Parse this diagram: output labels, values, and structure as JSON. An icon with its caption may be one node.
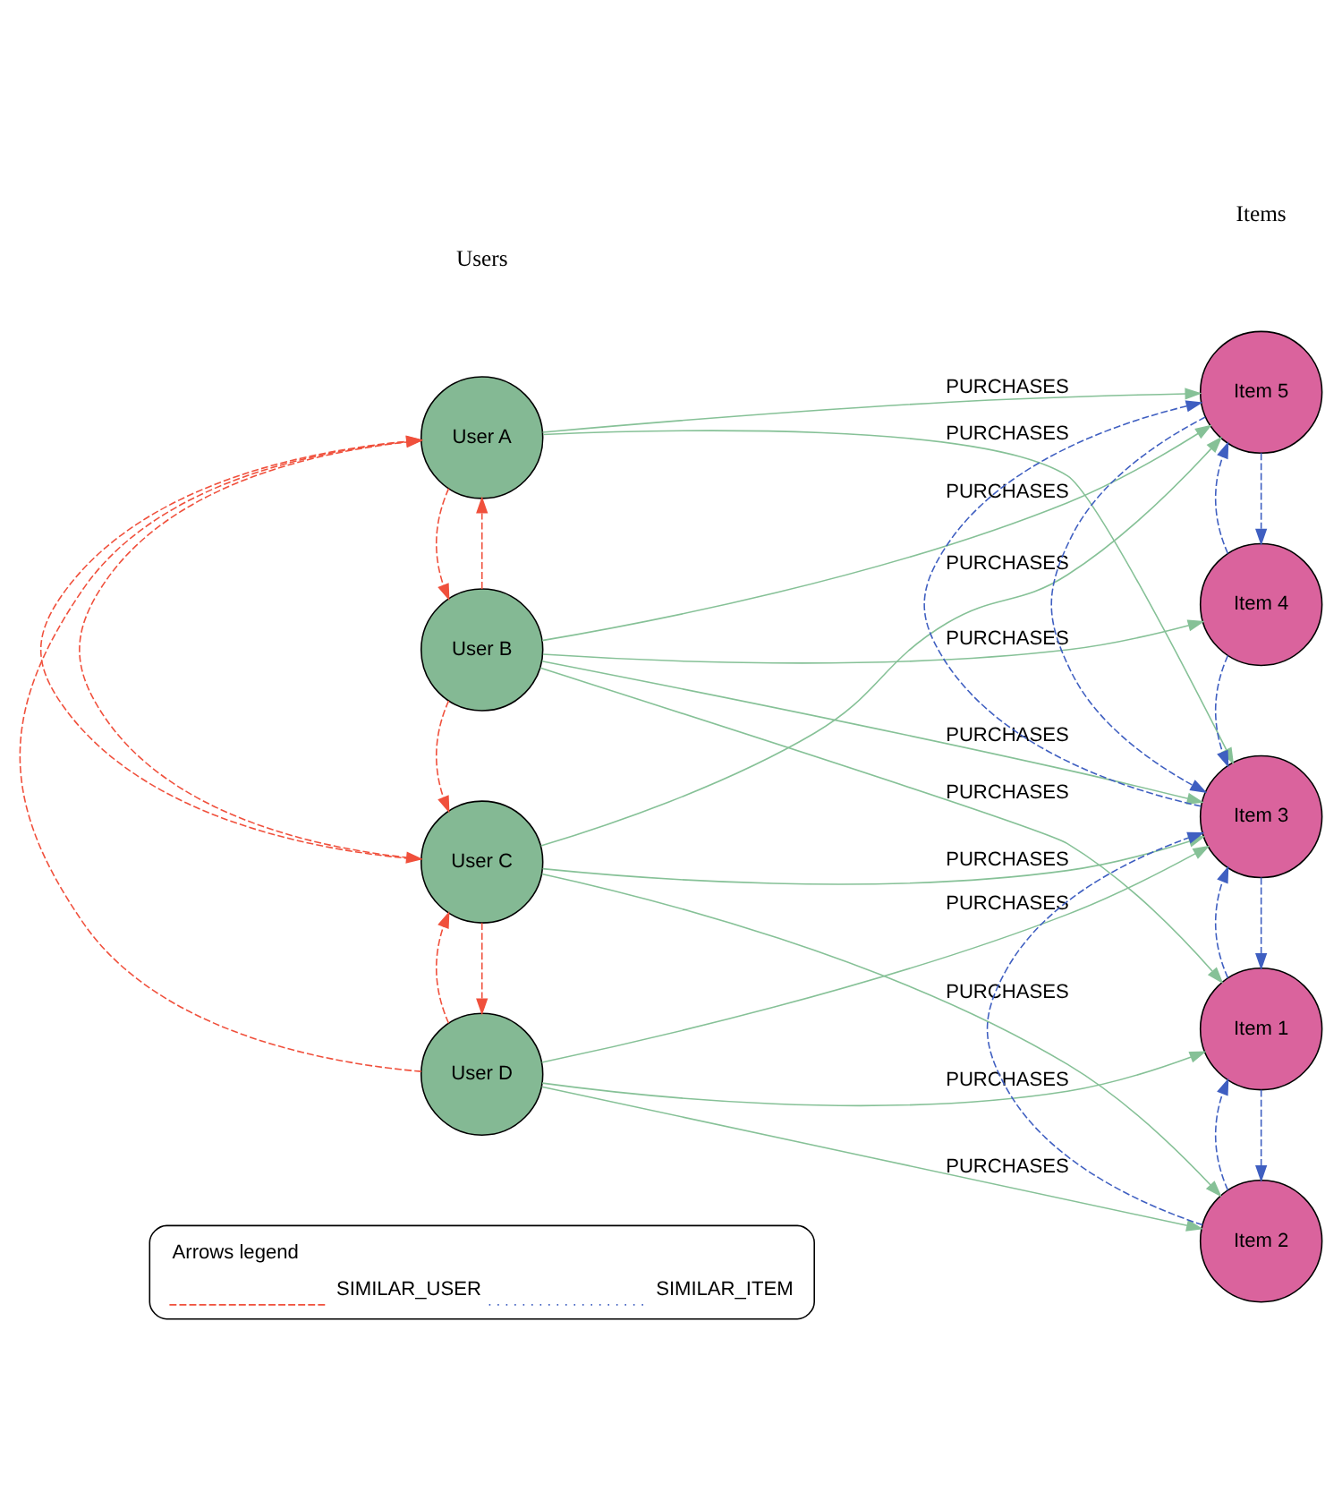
{
  "diagram": {
    "nodes": [
      {
        "text": [
          "User A"
        ]
      },
      {
        "text": [
          "User B"
        ]
      },
      {
        "text": [
          "User C"
        ]
      },
      {
        "text": [
          "User D"
        ]
      },
      {
        "text": [
          "Item 5"
        ]
      },
      {
        "text": [
          "Item 4"
        ]
      },
      {
        "text": [
          "Item 3"
        ]
      },
      {
        "text": [
          "Item 1"
        ]
      },
      {
        "text": [
          "Item 2"
        ]
      }
    ],
    "edges": [
      {
        "from": 0,
        "to": 4,
        "arrow": "to",
        "label": "PURCHASES"
      },
      {
        "from": 0,
        "to": 6,
        "arrow": "to",
        "label": "PURCHASES"
      },
      {
        "from": 1,
        "to": 4,
        "arrow": "to",
        "label": "PURCHASES"
      },
      {
        "from": 1,
        "to": 5,
        "arrow": "to",
        "label": "PURCHASES"
      },
      {
        "from": 1,
        "to": 6,
        "arrow": "to",
        "label": "PURCHASES"
      },
      {
        "from": 1,
        "to": 7,
        "arrow": "to",
        "label": "PURCHASES"
      },
      {
        "from": 2,
        "to": 4,
        "arrow": "to",
        "label": "PURCHASES"
      },
      {
        "from": 2,
        "to": 6,
        "arrow": "to",
        "label": "PURCHASES"
      },
      {
        "from": 2,
        "to": 8,
        "arrow": "to",
        "label": "PURCHASES"
      },
      {
        "from": 3,
        "to": 6,
        "arrow": "to",
        "label": "PURCHASES"
      },
      {
        "from": 3,
        "to": 7,
        "arrow": "to",
        "label": "PURCHASES"
      },
      {
        "from": 3,
        "to": 8,
        "arrow": "to",
        "label": "PURCHASES"
      },
      {
        "from": 1,
        "to": 0,
        "arrow": "to",
        "style": "dashed",
        "color": "#f0503c"
      },
      {
        "from": 0,
        "to": 1,
        "arrow": "to",
        "style": "dashed",
        "color": "#f0503c"
      },
      {
        "from": 1,
        "to": 2,
        "arrow": "to",
        "style": "dashed",
        "color": "#f0503c"
      },
      {
        "from": 0,
        "to": 2,
        "arrow": "to",
        "style": "dashed",
        "color": "#f0503c"
      },
      {
        "from": 2,
        "to": 0,
        "arrow": "to",
        "style": "dashed",
        "color": "#f0503c"
      },
      {
        "from": 3,
        "to": 0,
        "arrow": "to",
        "style": "dashed",
        "color": "#f0503c"
      },
      {
        "from": 2,
        "to": 3,
        "arrow": "to",
        "style": "dashed",
        "color": "#f0503c"
      },
      {
        "from": 3,
        "to": 2,
        "arrow": "to",
        "style": "dashed",
        "color": "#f0503c"
      },
      {
        "from": 4,
        "to": 5,
        "arrow": "to",
        "style": "dashed",
        "color": "#3f5fc1"
      },
      {
        "from": 5,
        "to": 4,
        "arrow": "to",
        "style": "dashed",
        "color": "#3f5fc1"
      },
      {
        "from": 5,
        "to": 6,
        "arrow": "to",
        "style": "dashed",
        "color": "#3f5fc1"
      },
      {
        "from": 4,
        "to": 6,
        "arrow": "to",
        "style": "dashed",
        "color": "#3f5fc1"
      },
      {
        "from": 6,
        "to": 4,
        "arrow": "to",
        "style": "dashed",
        "color": "#3f5fc1"
      },
      {
        "from": 6,
        "to": 7,
        "arrow": "to",
        "style": "dashed",
        "color": "#3f5fc1"
      },
      {
        "from": 7,
        "to": 6,
        "arrow": "to",
        "style": "dashed",
        "color": "#3f5fc1"
      },
      {
        "from": 7,
        "to": 8,
        "arrow": "to",
        "style": "dashed",
        "color": "#3f5fc1"
      },
      {
        "from": 8,
        "to": 7,
        "arrow": "to",
        "style": "dashed",
        "color": "#3f5fc1"
      },
      {
        "from": 8,
        "to": 6,
        "arrow": "to",
        "style": "dashed",
        "color": "#3f5fc1"
      }
    ],
    "labels": [
      "Users",
      "Items",
      "Arrows legend"
    ],
    "legend": [
      {
        "text": "SIMILAR_USER"
      },
      {
        "text": "SIMILAR_ITEM"
      }
    ]
  }
}
